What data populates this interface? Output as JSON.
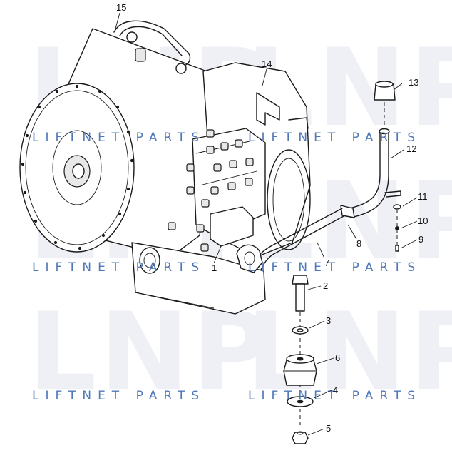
{
  "watermark": {
    "logo_text": "LNP",
    "caption": "LIFTNET PARTS"
  },
  "callouts": [
    {
      "id": "c1",
      "label": "1"
    },
    {
      "id": "c2",
      "label": "2"
    },
    {
      "id": "c3",
      "label": "3"
    },
    {
      "id": "c4",
      "label": "4"
    },
    {
      "id": "c5",
      "label": "5"
    },
    {
      "id": "c6",
      "label": "6"
    },
    {
      "id": "c7",
      "label": "7"
    },
    {
      "id": "c8",
      "label": "8"
    },
    {
      "id": "c9",
      "label": "9"
    },
    {
      "id": "c10",
      "label": "10"
    },
    {
      "id": "c11",
      "label": "11"
    },
    {
      "id": "c12",
      "label": "12"
    },
    {
      "id": "c13",
      "label": "13"
    },
    {
      "id": "c14",
      "label": "14"
    },
    {
      "id": "c15",
      "label": "15"
    }
  ],
  "colors": {
    "watermark_logo": "#eef0f6",
    "watermark_caption": "#4f78b8",
    "line_art": "#1a1a1a"
  }
}
